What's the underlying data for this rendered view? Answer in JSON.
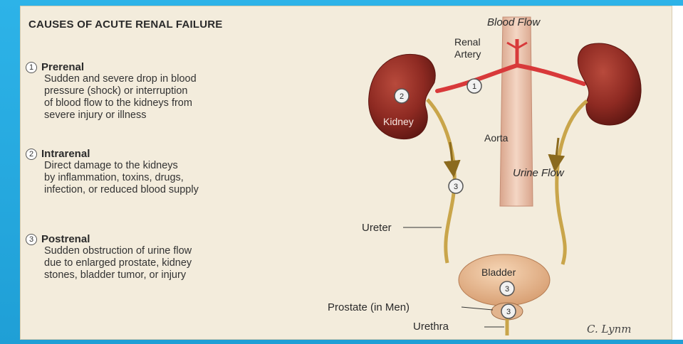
{
  "title": "CAUSES OF ACUTE RENAL FAILURE",
  "causes": [
    {
      "number": "1",
      "heading": "Prerenal",
      "lines": [
        "Sudden and severe drop in blood",
        "pressure (shock) or interruption",
        "of blood flow to the kidneys from",
        "severe injury or illness"
      ]
    },
    {
      "number": "2",
      "heading": "Intrarenal",
      "lines": [
        "Direct damage to the kidneys",
        "by inflammation, toxins, drugs,",
        "infection, or reduced blood supply"
      ]
    },
    {
      "number": "3",
      "heading": "Postrenal",
      "lines": [
        "Sudden obstruction of urine flow",
        "due to enlarged prostate, kidney",
        "stones, bladder tumor, or injury"
      ]
    }
  ],
  "diagram": {
    "blood_flow": "Blood Flow",
    "renal_artery_line1": "Renal",
    "renal_artery_line2": "Artery",
    "kidney": "Kidney",
    "aorta": "Aorta",
    "urine_flow": "Urine Flow",
    "ureter": "Ureter",
    "bladder": "Bladder",
    "prostate": "Prostate (in Men)",
    "urethra": "Urethra",
    "marker_1": "1",
    "marker_2": "2",
    "marker_3": "3",
    "signature": "C. Lynm"
  },
  "colors": {
    "background_blue": "#2db3e8",
    "panel": "#f3ecdc",
    "kidney": "#8e2a22",
    "artery": "#d8393a",
    "aorta": "#e7bfa8",
    "ureter": "#c9a54a",
    "bladder": "#e8b98f"
  }
}
